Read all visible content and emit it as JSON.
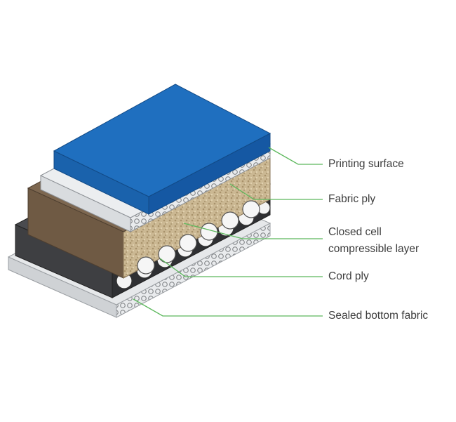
{
  "colors": {
    "surface_top": "#1f6fbf",
    "surface_front": "#1760ad",
    "white_layer": "#e4e6e8",
    "foam": "#c8b590",
    "brown": "#6f5a44",
    "dark": "#3e3f42",
    "cord_fill": "#f4f4f4",
    "bottom_layer": "#e6e8ea",
    "leader_line": "#5cb85c"
  },
  "labels": {
    "printing_surface": "Printing surface",
    "fabric_ply": "Fabric ply",
    "closed_cell_line1": "Closed cell",
    "closed_cell_line2": "compressible layer",
    "cord_ply": "Cord ply",
    "sealed_bottom_fabric": "Sealed bottom fabric"
  }
}
